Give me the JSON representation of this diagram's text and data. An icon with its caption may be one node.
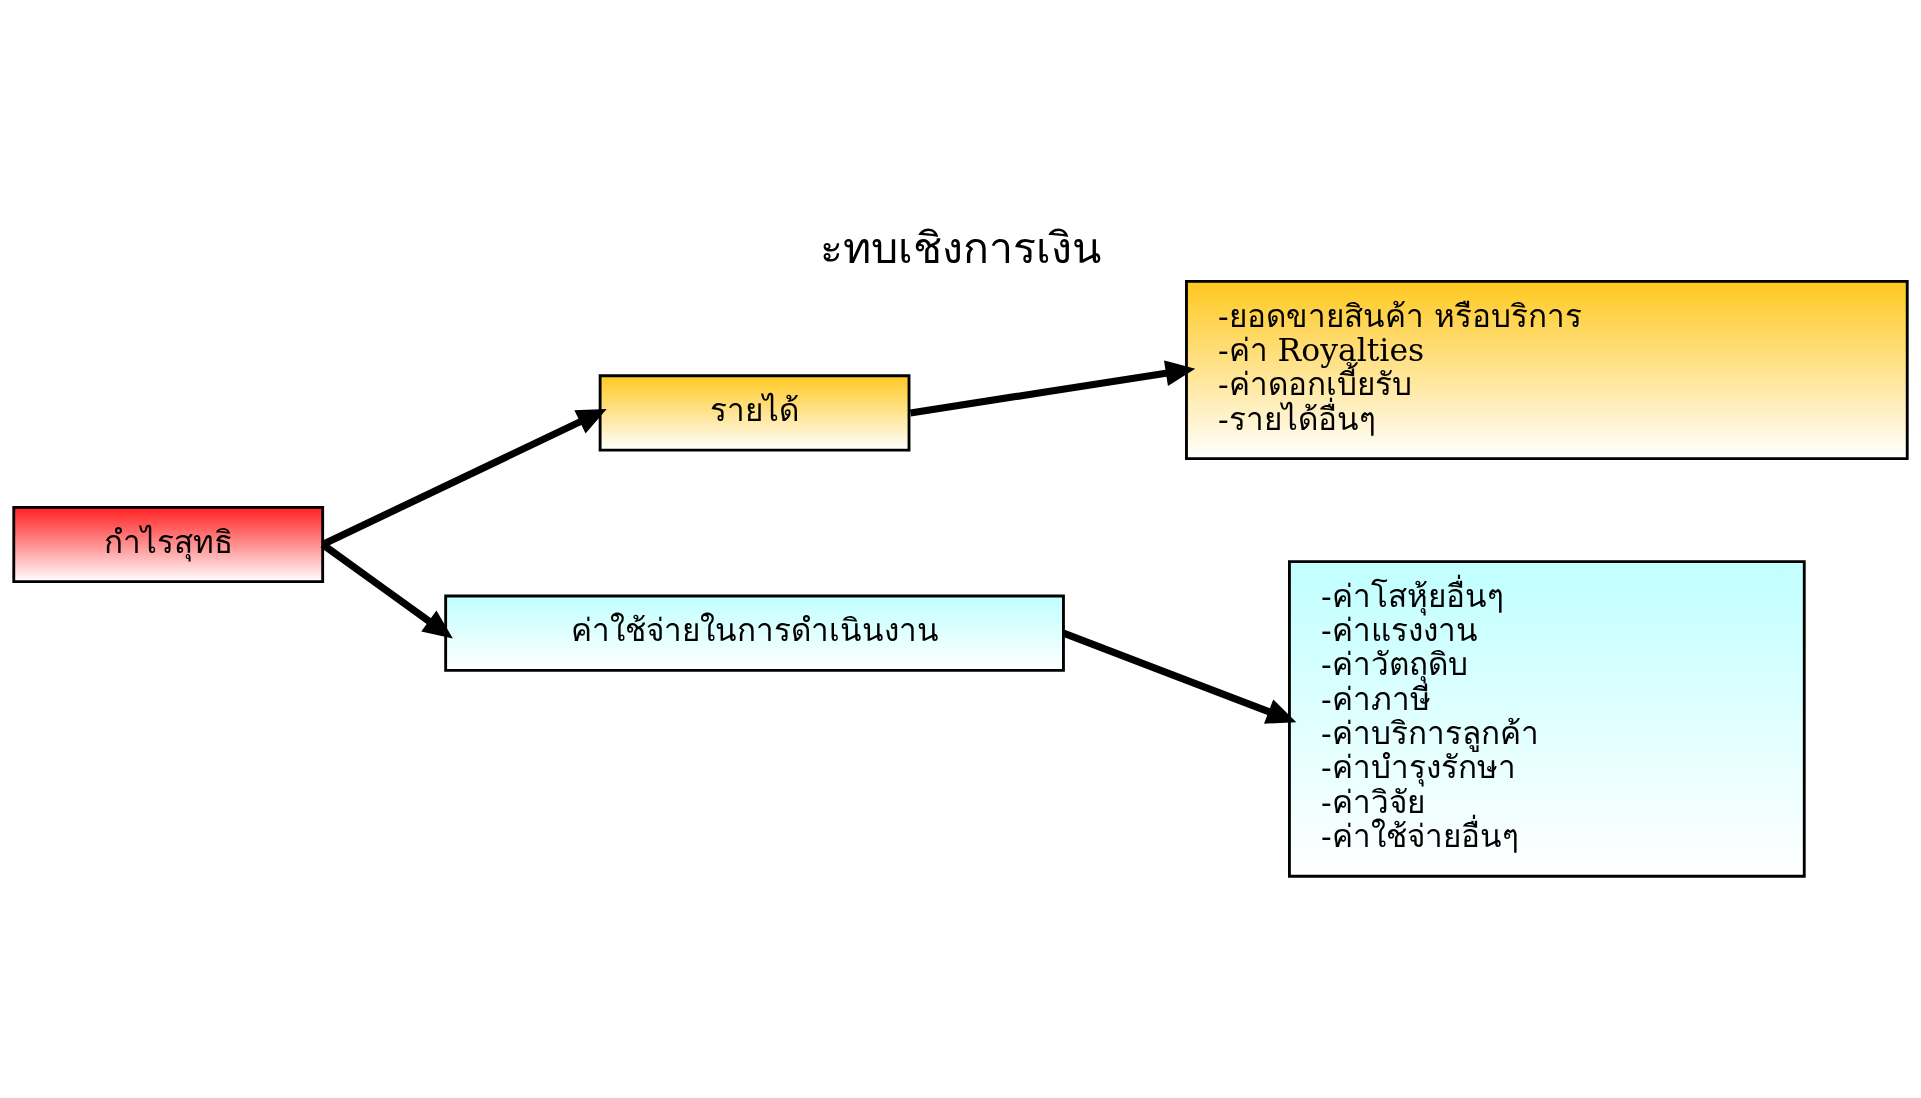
{
  "diagram": {
    "title": "ะทบเชิงการเงิน",
    "nodes": [
      {
        "text": [
          "กำไรสุทธิ"
        ]
      },
      {
        "text": [
          "รายได้"
        ]
      },
      {
        "text": [
          "ค่าใช้จ่ายในการดำเนินงาน"
        ]
      },
      {
        "text": [
          "-ยอดขายสินค้า หรือบริการ",
          "-ค่า Royalties",
          "-ค่าดอกเบี้ยรับ",
          "-รายได้อื่นๆ"
        ]
      },
      {
        "text": [
          "-ค่าโสหุ้ยอื่นๆ",
          "-ค่าแรงงาน",
          "-ค่าวัตถุดิบ",
          "-ค่าภาษี",
          "-ค่าบริการลูกค้า",
          "-ค่าบำรุงรักษา",
          "-ค่าวิจัย",
          "-ค่าใช้จ่ายอื่นๆ"
        ]
      }
    ],
    "edges": [
      {
        "from": 0,
        "to": 1,
        "arrow": "to"
      },
      {
        "from": 0,
        "to": 2,
        "arrow": "to"
      },
      {
        "from": 1,
        "to": 3,
        "arrow": "to"
      },
      {
        "from": 2,
        "to": 4,
        "arrow": "to"
      }
    ]
  }
}
